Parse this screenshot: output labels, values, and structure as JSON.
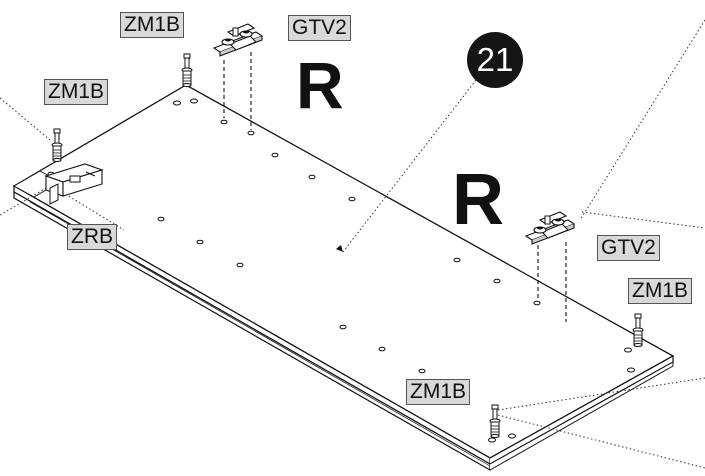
{
  "step_number": "21",
  "side_letter": "R",
  "labels": {
    "zm1b": "ZM1B",
    "gtv2": "GTV2",
    "zrb": "ZRB"
  }
}
